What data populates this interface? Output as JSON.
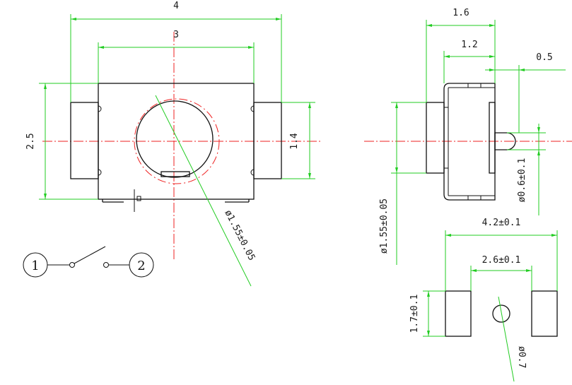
{
  "dimensions": {
    "front_width_outer": "4",
    "front_width_inner": "3",
    "front_height": "2.5",
    "front_pad_height": "1.4",
    "front_button_diameter": "ø1.55±0.05",
    "side_depth_total": "1.6",
    "side_depth_body": "1.2",
    "side_actuator_length": "0.5",
    "side_button_diameter": "ø1.55±0.05",
    "side_actuator_diameter": "ø0.6±0.1",
    "footprint_span": "4.2±0.1",
    "footprint_gap": "2.6±0.1",
    "footprint_pad_height": "1.7±0.1",
    "footprint_hole": "ø0.7"
  },
  "schematic": {
    "terminal_1": "1",
    "terminal_2": "2"
  },
  "colors": {
    "dimension_line": "#22cc22",
    "outline": "#111111",
    "centerline": "#ee2222"
  }
}
